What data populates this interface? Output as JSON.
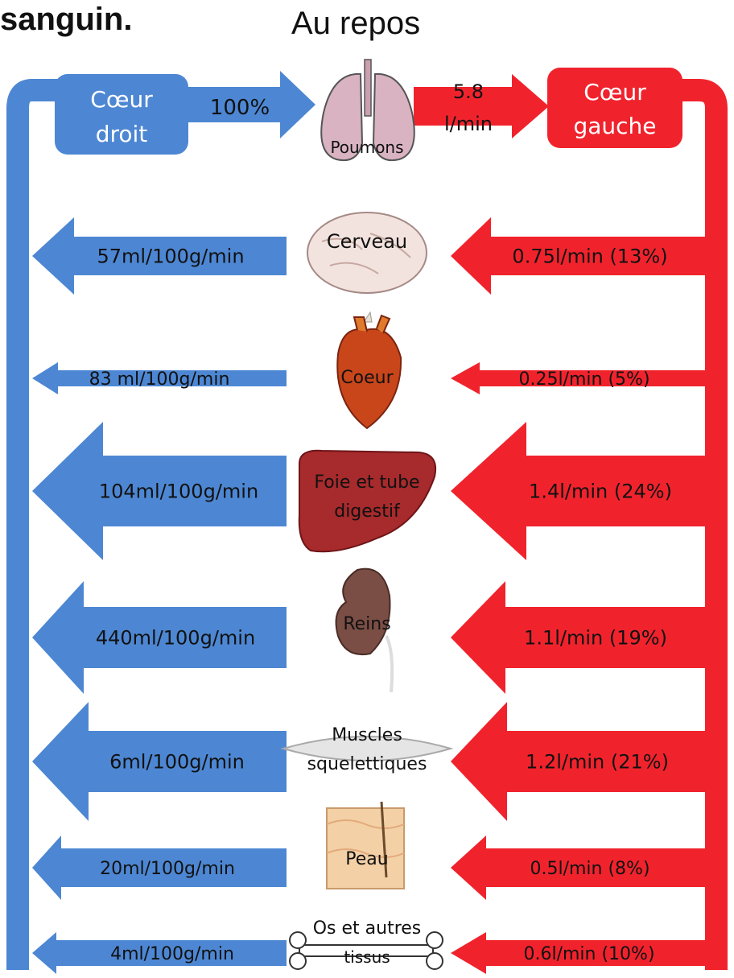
{
  "header": {
    "title": "sanguin.",
    "subtitle": "Au repos"
  },
  "colors": {
    "venous": "#4d87d3",
    "arterial": "#f0232d",
    "white": "#ffffff",
    "text": "#111111"
  },
  "top": {
    "right_heart": "Cœur droit",
    "right_heart_l1": "Cœur",
    "right_heart_l2": "droit",
    "left_heart_l1": "Cœur",
    "left_heart_l2": "gauche",
    "percent": "100%",
    "flow_l1": "5.8",
    "flow_l2": "l/min",
    "lungs": "Poumons"
  },
  "organs": [
    {
      "name": "Cerveau",
      "venous": "57ml/100g/min",
      "arterial": "0.75l/min (13%)",
      "icon": "brain-icon"
    },
    {
      "name": "Coeur",
      "venous": "83 ml/100g/min",
      "arterial": "0.25l/min (5%)",
      "icon": "heart-icon"
    },
    {
      "name_l1": "Foie et tube",
      "name_l2": "digestif",
      "venous": "104ml/100g/min",
      "arterial": "1.4l/min (24%)",
      "icon": "liver-icon"
    },
    {
      "name": "Reins",
      "venous": "440ml/100g/min",
      "arterial": "1.1l/min (19%)",
      "icon": "kidney-icon"
    },
    {
      "name_l1": "Muscles",
      "name_l2": "squelettiques",
      "venous": "6ml/100g/min",
      "arterial": "1.2l/min (21%)",
      "icon": "muscle-icon"
    },
    {
      "name": "Peau",
      "venous": "20ml/100g/min",
      "arterial": "0.5l/min (8%)",
      "icon": "skin-icon"
    },
    {
      "name_l1": "Os et autres",
      "name_l2": "tissus",
      "venous": "4ml/100g/min",
      "arterial": "0.6l/min (10%)",
      "icon": "bone-icon"
    }
  ]
}
